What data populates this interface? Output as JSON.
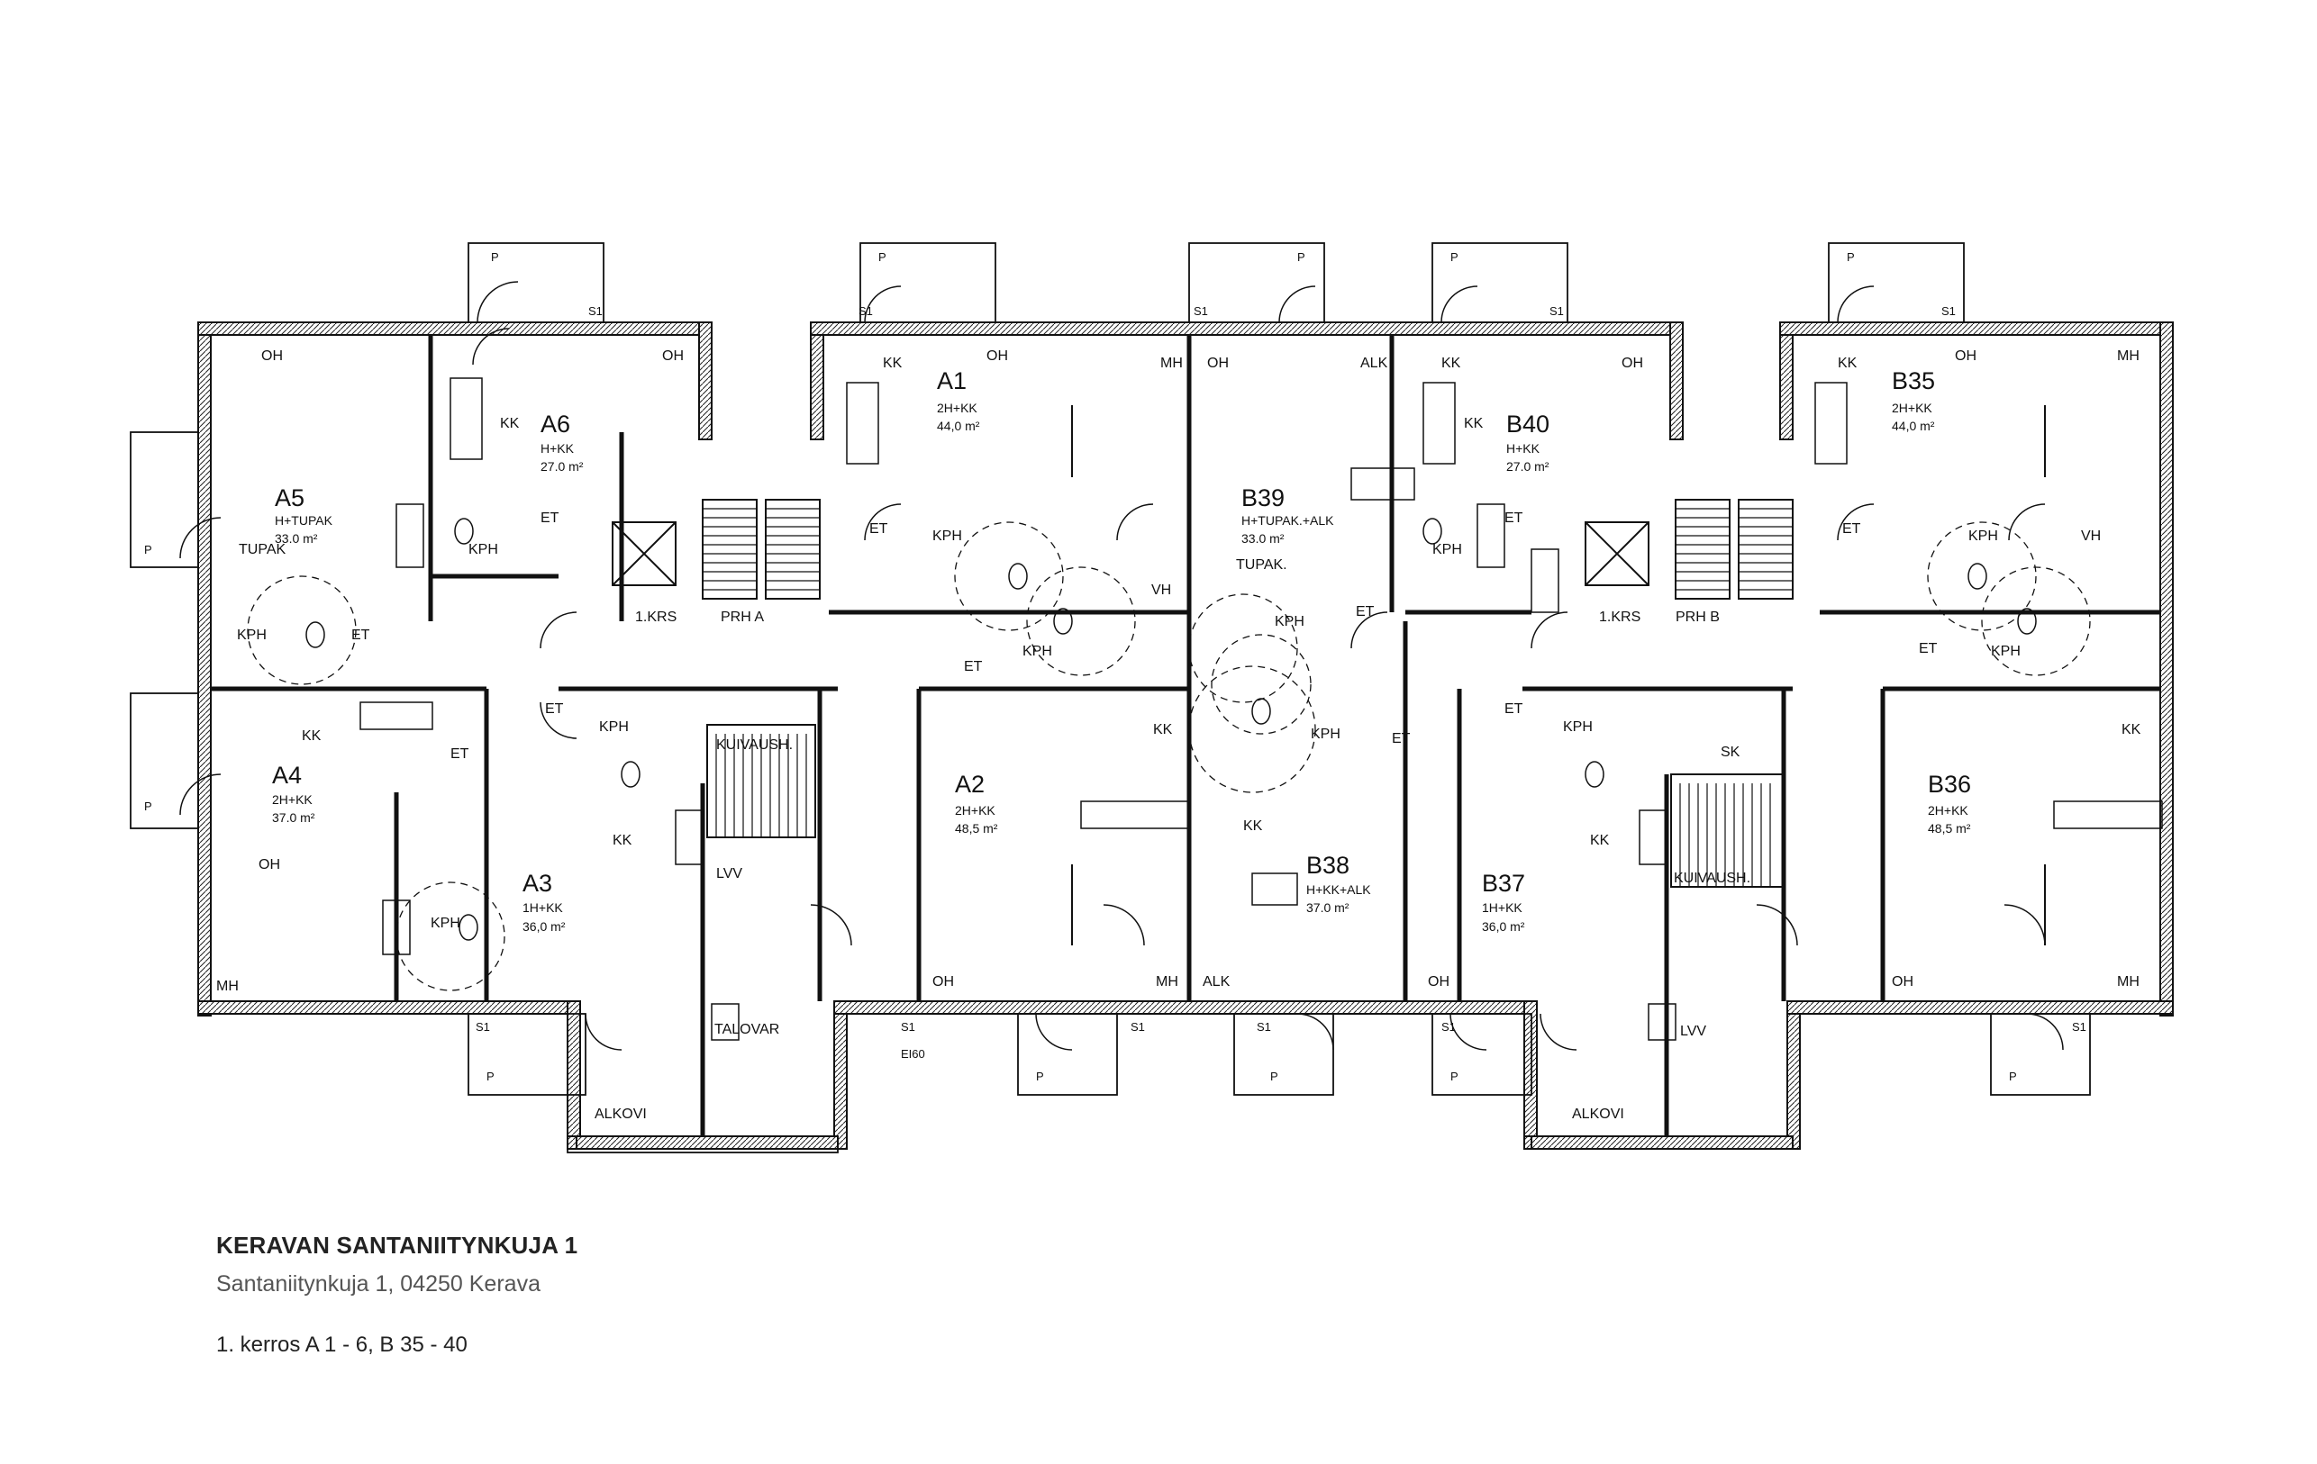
{
  "caption": {
    "title": "KERAVAN SANTANIITYNKUJA 1",
    "address": "Santaniitynkuja 1, 04250 Kerava",
    "floor": "1. kerros A 1 - 6, B 35 - 40"
  },
  "units": {
    "A1": {
      "code": "A1",
      "type": "2H+KK",
      "area": "44,0  m²"
    },
    "A2": {
      "code": "A2",
      "type": "2H+KK",
      "area": "48,5  m²"
    },
    "A3": {
      "code": "A3",
      "type": "1H+KK",
      "area": "36,0  m²"
    },
    "A4": {
      "code": "A4",
      "type": "2H+KK",
      "area": "37.0  m²"
    },
    "A5": {
      "code": "A5",
      "type": "H+TUPAK",
      "area": "33.0  m²"
    },
    "A6": {
      "code": "A6",
      "type": "H+KK",
      "area": "27.0  m²"
    },
    "B35": {
      "code": "B35",
      "type": "2H+KK",
      "area": "44,0  m²"
    },
    "B36": {
      "code": "B36",
      "type": "2H+KK",
      "area": "48,5  m²"
    },
    "B37": {
      "code": "B37",
      "type": "1H+KK",
      "area": "36,0  m²"
    },
    "B38": {
      "code": "B38",
      "type": "H+KK+ALK",
      "area": "37.0  m²"
    },
    "B39": {
      "code": "B39",
      "type": "H+TUPAK.+ALK",
      "area": "33.0  m²"
    },
    "B40": {
      "code": "B40",
      "type": "H+KK",
      "area": "27.0  m²"
    }
  },
  "rooms": {
    "oh": "OH",
    "mh": "MH",
    "kk": "KK",
    "kph": "KPH",
    "et": "ET",
    "vh": "VH",
    "alk": "ALK",
    "tupak": "TUPAK",
    "tupak2": "TUPAK.",
    "kuivaush": "KUIVAUSH.",
    "lvv": "LVV",
    "talovar": "TALOVAR",
    "alkovi": "ALKOVI",
    "sk": "SK",
    "prh_a": "PRH A",
    "prh_b": "PRH B",
    "krs": "1.KRS",
    "p": "P",
    "s1": "S1",
    "ei60": "EI60"
  }
}
